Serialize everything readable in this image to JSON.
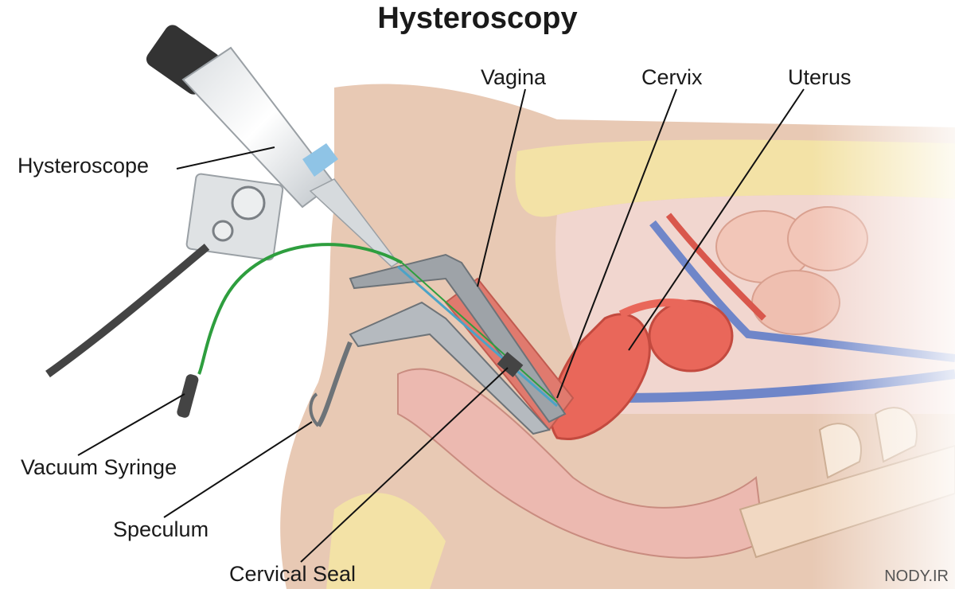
{
  "title": "Hysteroscopy",
  "labels": {
    "vagina": "Vagina",
    "cervix": "Cervix",
    "uterus": "Uterus",
    "hysteroscope": "Hysteroscope",
    "vacuum_syringe": "Vacuum Syringe",
    "speculum": "Speculum",
    "cervical_seal": "Cervical Seal"
  },
  "watermark": "NODY.IR",
  "colors": {
    "skin": "#e8c9b4",
    "fat": "#f3e2a6",
    "tissue_red": "#e07a6e",
    "uterus": "#e9675a",
    "tube_green": "#2e9e3e",
    "metal": "#9ea3a8",
    "vein_blue": "#6f86c9"
  }
}
